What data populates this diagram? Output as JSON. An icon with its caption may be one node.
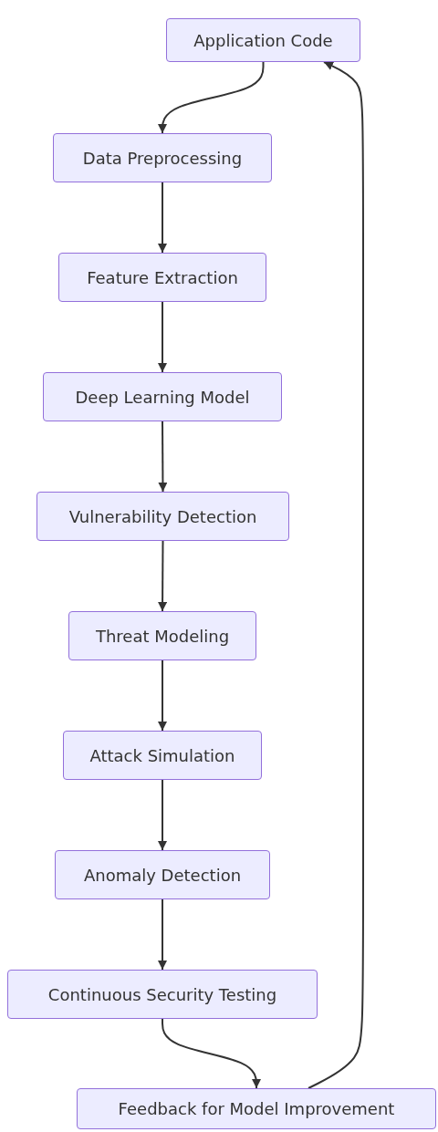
{
  "diagram": {
    "nodes": [
      {
        "text": [
          "Application Code"
        ]
      },
      {
        "text": [
          "Data Preprocessing"
        ]
      },
      {
        "text": [
          "Feature Extraction"
        ]
      },
      {
        "text": [
          "Deep Learning Model"
        ]
      },
      {
        "text": [
          "Vulnerability Detection"
        ]
      },
      {
        "text": [
          "Threat Modeling"
        ]
      },
      {
        "text": [
          "Attack Simulation"
        ]
      },
      {
        "text": [
          "Anomaly Detection"
        ]
      },
      {
        "text": [
          "Continuous Security Testing"
        ]
      },
      {
        "text": [
          "Feedback for Model Improvement"
        ]
      }
    ],
    "edges": [
      {
        "from": 0,
        "to": 1,
        "arrow": "to"
      },
      {
        "from": 1,
        "to": 2,
        "arrow": "to"
      },
      {
        "from": 2,
        "to": 3,
        "arrow": "to"
      },
      {
        "from": 3,
        "to": 4,
        "arrow": "to"
      },
      {
        "from": 4,
        "to": 5,
        "arrow": "to"
      },
      {
        "from": 5,
        "to": 6,
        "arrow": "to"
      },
      {
        "from": 6,
        "to": 7,
        "arrow": "to"
      },
      {
        "from": 7,
        "to": 8,
        "arrow": "to"
      },
      {
        "from": 8,
        "to": 9,
        "arrow": "to"
      },
      {
        "from": 9,
        "to": 0,
        "arrow": "to"
      }
    ]
  }
}
